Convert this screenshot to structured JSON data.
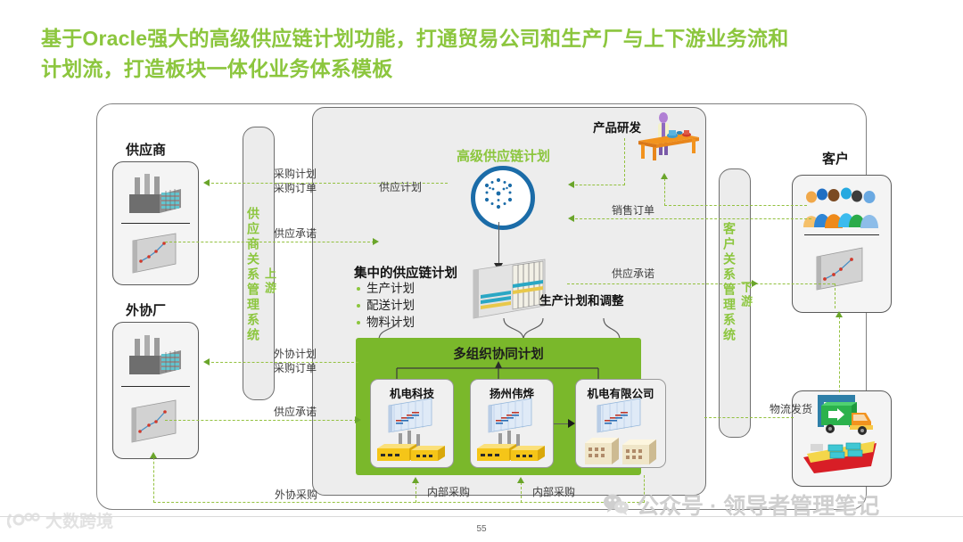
{
  "slide": {
    "title": "基于Oracle强大的高级供应链计划功能，打通贸易公司和生产厂与上下游业务流和\n计划流，打造板块一体化业务体系模板",
    "page_number": "55"
  },
  "upstream": {
    "supplier_box_title": "供应商",
    "outsource_box_title": "外协厂",
    "strip_label": "供应商关系管理系统",
    "strip_side_label": "上游"
  },
  "downstream": {
    "strip_label": "客户关系管理系统",
    "strip_side_label": "下游",
    "customer_box_title": "客户",
    "logistics_label": "物流发货"
  },
  "center": {
    "ascp_label": "高级供应链计划",
    "rnd_label": "产品研发",
    "central_plan_title": "集中的供应链计划",
    "central_plan_items": [
      "生产计划",
      "配送计划",
      "物料计划"
    ],
    "production_plan_label": "生产计划和调整",
    "green_box_title": "多组织协同计划",
    "orgs": [
      {
        "name": "机电科技"
      },
      {
        "name": "扬州伟烨"
      },
      {
        "name": "机电有限公司"
      }
    ]
  },
  "flows": {
    "purchase_plan": "采购计划",
    "purchase_order": "采购订单",
    "supply_plan": "供应计划",
    "supply_commit_top": "供应承诺",
    "outsource_plan": "外协计划",
    "outsource_order": "采购订单",
    "supply_commit_bottom": "供应承诺",
    "sales_order": "销售订单",
    "supply_commit_right": "供应承诺",
    "outsource_purchase": "外协采购",
    "internal_purchase_1": "内部采购",
    "internal_purchase_2": "内部采购"
  },
  "watermarks": {
    "right": "公众号 · 领导者管理笔记",
    "left": "大数跨境"
  },
  "colors": {
    "title_green": "#8cc63e",
    "box_green": "#7ab82b",
    "dash_green": "#93c13f",
    "ascp_blue": "#1b6ca8"
  }
}
